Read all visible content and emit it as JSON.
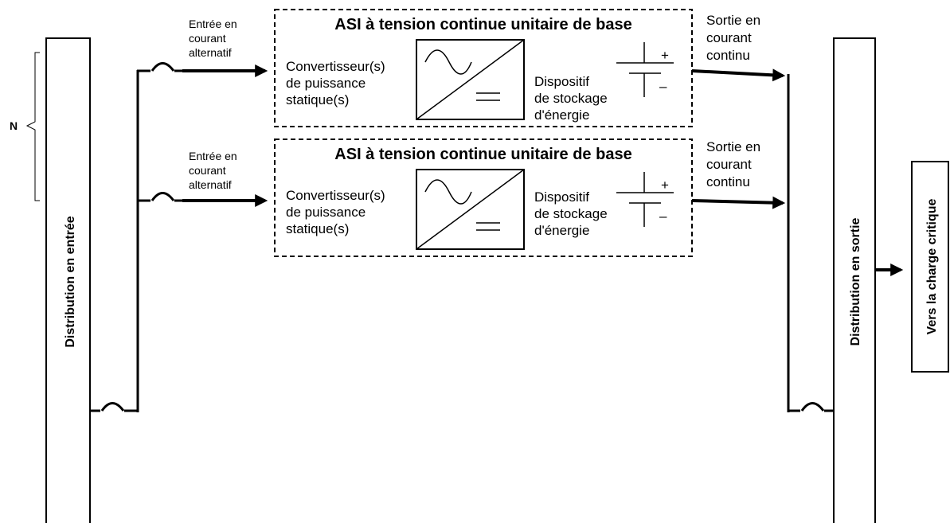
{
  "input_distribution": {
    "label": "Distribution en entrée"
  },
  "output_distribution": {
    "label": "Distribution en sortie"
  },
  "critical_load": {
    "label": "Vers la charge critique"
  },
  "brace": {
    "label": "N"
  },
  "modules": [
    {
      "title": "ASI à tension continue unitaire de base",
      "ac_input": [
        "Entrée en",
        "courant",
        "alternatif"
      ],
      "converter": [
        "Convertisseur(s)",
        "de puissance",
        "statique(s)"
      ],
      "storage": [
        "Dispositif",
        "de stockage",
        "d'énergie"
      ],
      "dc_output": [
        "Sortie en",
        "courant",
        "continu"
      ],
      "plus": "+",
      "minus": "–"
    },
    {
      "title": "ASI à tension continue unitaire de base",
      "ac_input": [
        "Entrée en",
        "courant",
        "alternatif"
      ],
      "converter": [
        "Convertisseur(s)",
        "de puissance",
        "statique(s)"
      ],
      "storage": [
        "Dispositif",
        "de stockage",
        "d'énergie"
      ],
      "dc_output": [
        "Sortie en",
        "courant",
        "continu"
      ],
      "plus": "+",
      "minus": "–"
    }
  ]
}
